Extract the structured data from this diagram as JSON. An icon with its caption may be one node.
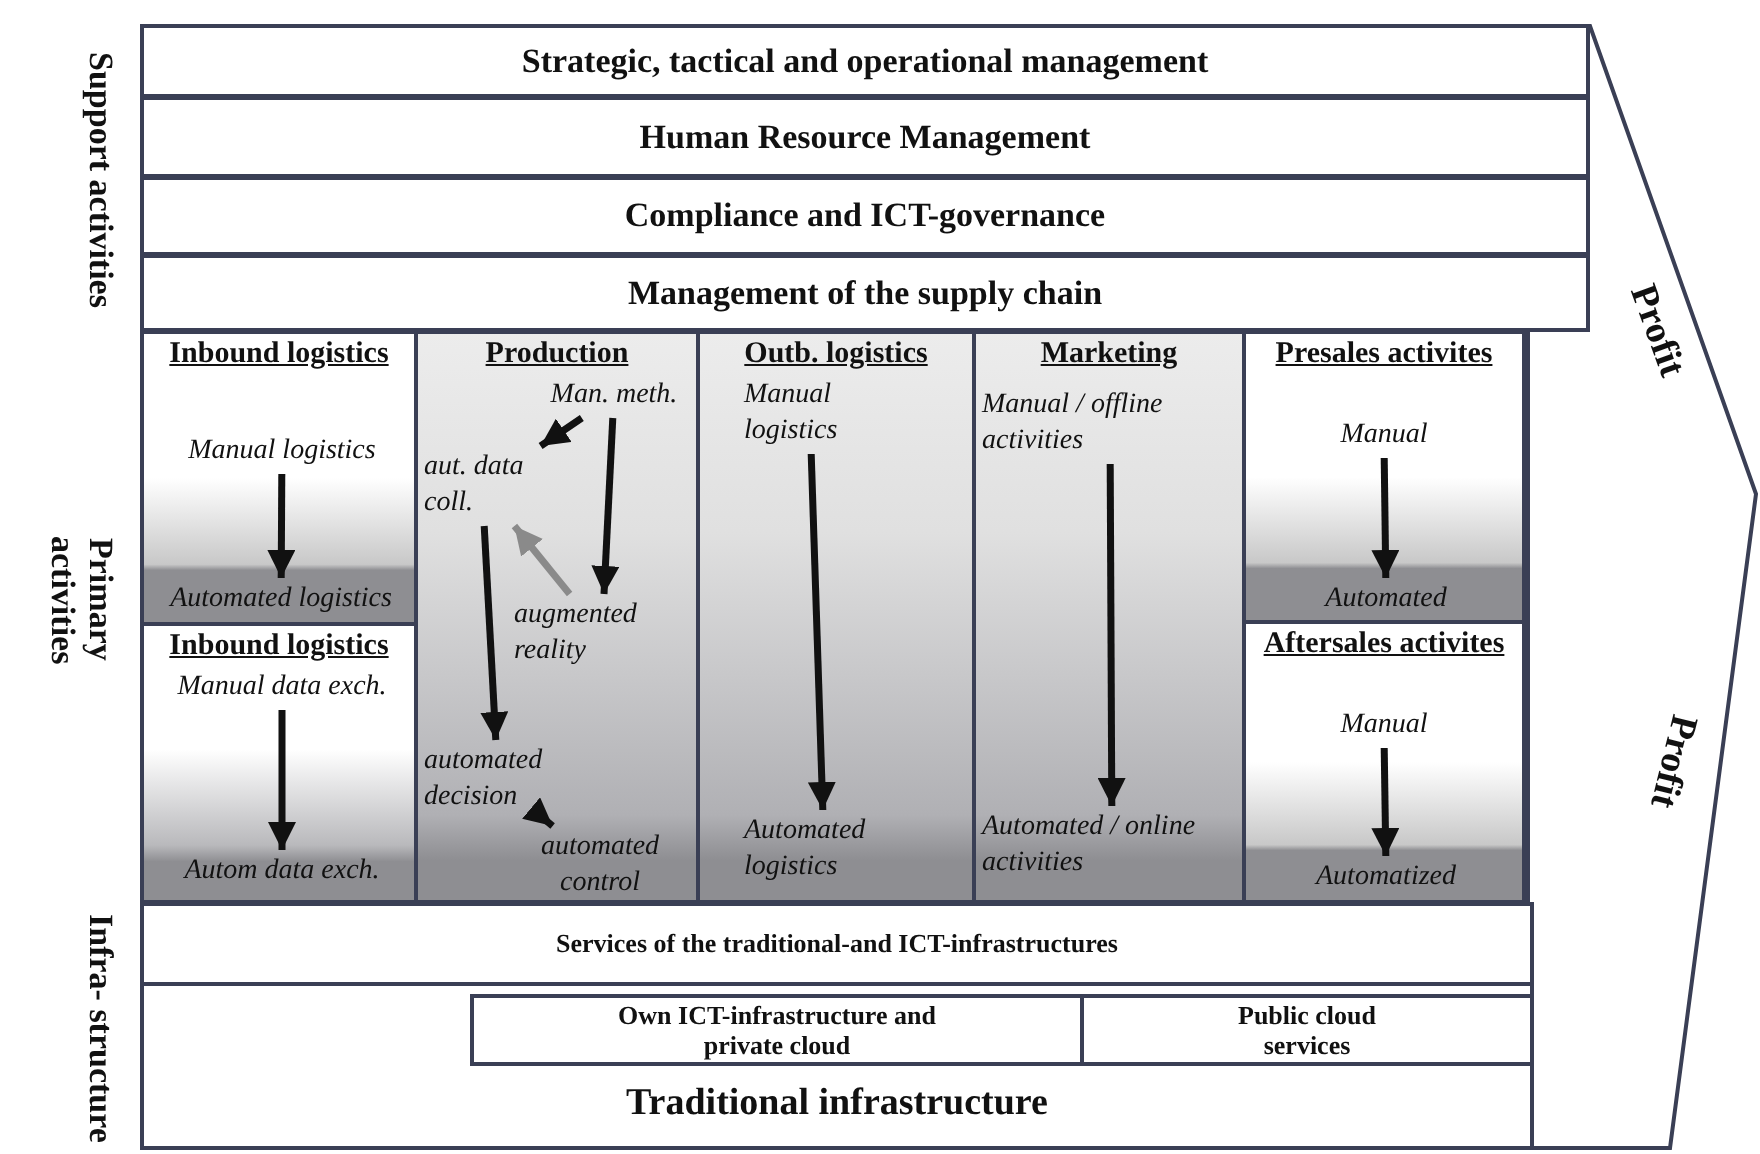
{
  "diagram": {
    "nodes": [
      {
        "text": [
          "Strategic, tactical and operational management"
        ]
      },
      {
        "text": [
          "Human Resource Management"
        ]
      },
      {
        "text": [
          "Compliance and ICT-governance"
        ]
      },
      {
        "text": [
          "Management of the supply chain"
        ]
      },
      {
        "text": [
          "Inbound logistics"
        ]
      },
      {
        "text": [
          "Manual logistics"
        ],
        "in": 4
      },
      {
        "text": [
          "Automated logistics"
        ],
        "in": 4
      },
      {
        "text": [
          "Inbound logistics"
        ]
      },
      {
        "text": [
          "Manual data exch."
        ],
        "in": 7
      },
      {
        "text": [
          "Autom data exch."
        ],
        "in": 7
      },
      {
        "text": [
          "Production"
        ]
      },
      {
        "text": [
          "Man. meth."
        ],
        "in": 10
      },
      {
        "text": [
          "aut. data coll."
        ],
        "in": 10
      },
      {
        "text": [
          "augmented reality"
        ],
        "in": 10
      },
      {
        "text": [
          "automated decision"
        ],
        "in": 10
      },
      {
        "text": [
          "automated control"
        ],
        "in": 10
      },
      {
        "text": [
          "Outb. logistics"
        ]
      },
      {
        "text": [
          "Manual logistics"
        ],
        "in": 16
      },
      {
        "text": [
          "Automated logistics"
        ],
        "in": 16
      },
      {
        "text": [
          "Marketing"
        ]
      },
      {
        "text": [
          "Manual / offline activities"
        ],
        "in": 19
      },
      {
        "text": [
          "Automated / online activities"
        ],
        "in": 19
      },
      {
        "text": [
          "Presales activites"
        ]
      },
      {
        "text": [
          "Manual"
        ],
        "in": 22
      },
      {
        "text": [
          "Automated"
        ],
        "in": 22
      },
      {
        "text": [
          "Aftersales activites"
        ]
      },
      {
        "text": [
          "Manual"
        ],
        "in": 25
      },
      {
        "text": [
          "Automatized"
        ],
        "in": 25
      },
      {
        "text": [
          "Services of the traditional-and ICT-infrastructures"
        ]
      },
      {
        "text": [
          "Traditional infrastructure"
        ]
      },
      {
        "text": [
          "Own ICT-infrastructure and private cloud"
        ],
        "in": 29
      },
      {
        "text": [
          "Public cloud services"
        ],
        "in": 29
      },
      {
        "text": [
          "Profit",
          "Profit"
        ]
      }
    ],
    "edges": [
      {
        "from": 5,
        "to": 6,
        "arrow": "to"
      },
      {
        "from": 8,
        "to": 9,
        "arrow": "to"
      },
      {
        "from": 11,
        "to": 12,
        "arrow": "to"
      },
      {
        "from": 11,
        "to": 13,
        "arrow": "to"
      },
      {
        "from": 13,
        "to": 12,
        "arrow": "to",
        "color": "#8a8a8a"
      },
      {
        "from": 12,
        "to": 14,
        "arrow": "to"
      },
      {
        "from": 14,
        "to": 15,
        "arrow": "to"
      },
      {
        "from": 17,
        "to": 18,
        "arrow": "to"
      },
      {
        "from": 20,
        "to": 21,
        "arrow": "to"
      },
      {
        "from": 23,
        "to": 24,
        "arrow": "to"
      },
      {
        "from": 26,
        "to": 27,
        "arrow": "to"
      }
    ],
    "labels": [
      "Support activities",
      "Primary activities",
      "Infra- structure"
    ]
  }
}
